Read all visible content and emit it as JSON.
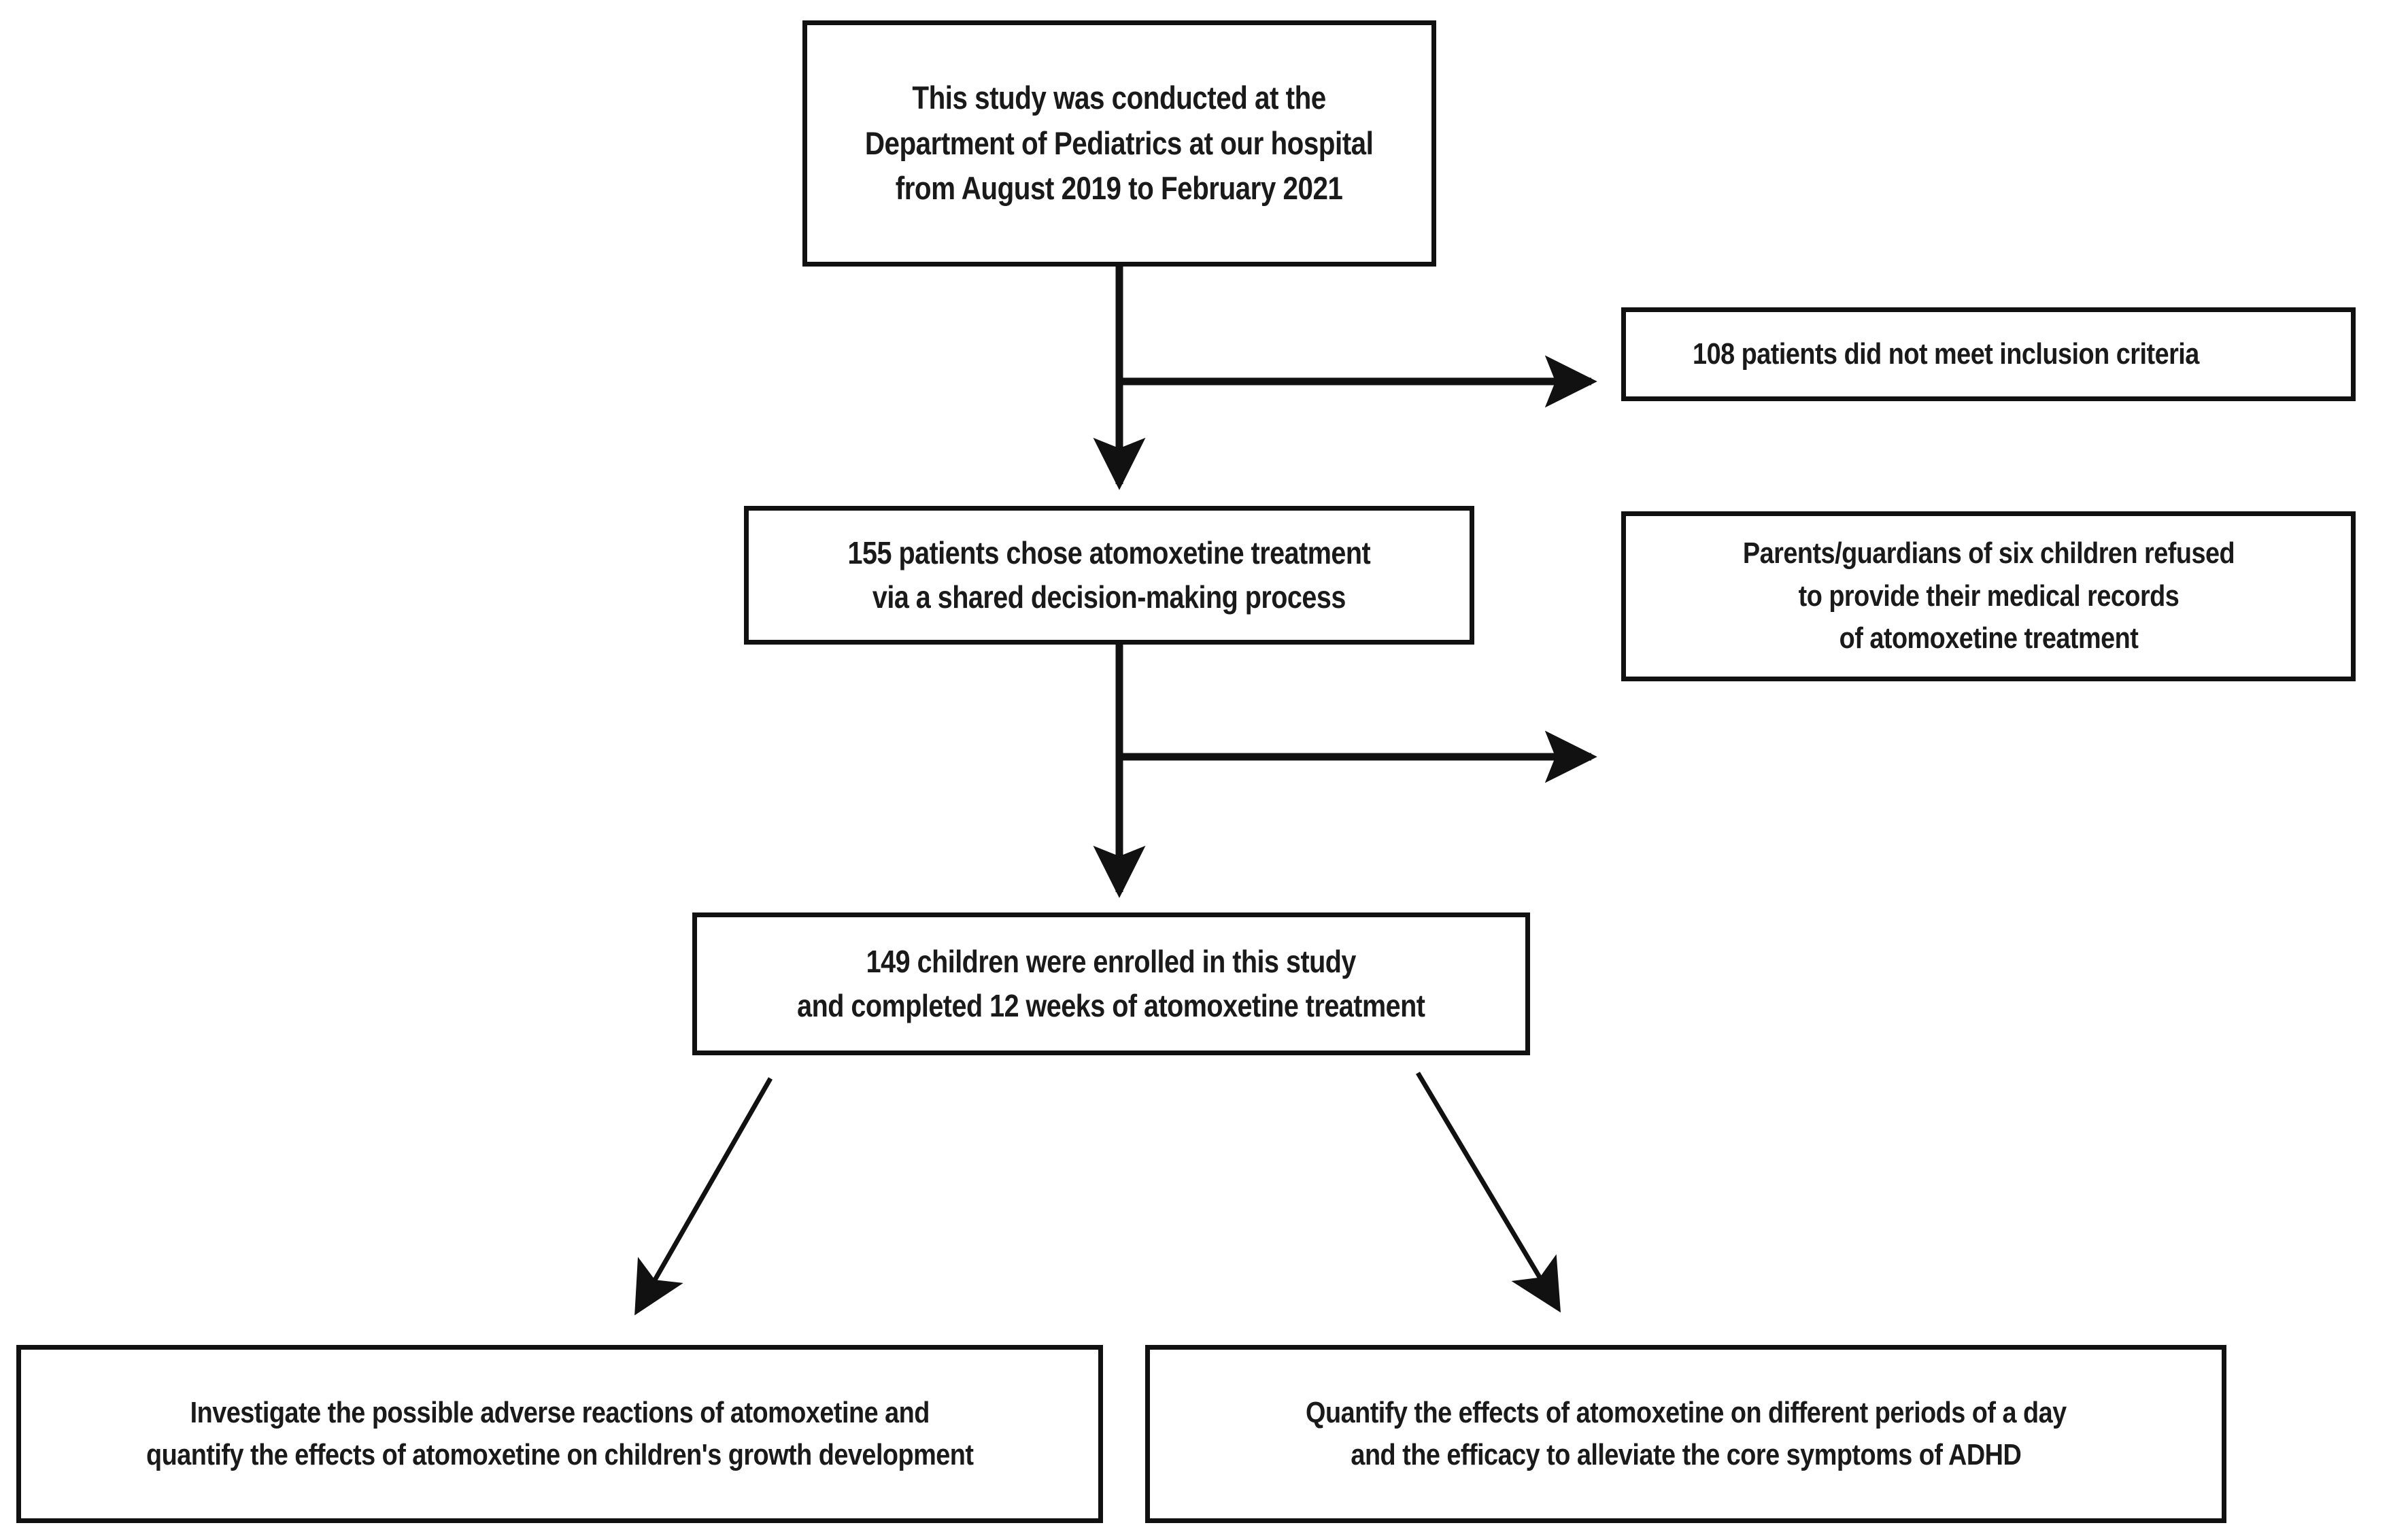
{
  "figure": {
    "type": "flowchart",
    "orientation": "top-to-bottom",
    "background_color": "#ffffff",
    "line_color": "#111111",
    "text_color": "#1a1a1a"
  },
  "nodes": {
    "study_setting": {
      "id": "study-setting",
      "text": "This study was conducted at the\nDepartment of Pediatrics at our hospital\nfrom August 2019 to February 2021",
      "align": "center"
    },
    "excluded_criteria": {
      "id": "excluded-criteria",
      "text": "108 patients did not meet inclusion criteria",
      "align": "left"
    },
    "chose_treatment": {
      "id": "chose-treatment",
      "text": "155 patients chose atomoxetine treatment\nvia a shared decision-making process",
      "align": "center"
    },
    "refused_records": {
      "id": "refused-records",
      "text": "Parents/guardians of six children refused\nto provide their medical records\nof atomoxetine treatment",
      "align": "center"
    },
    "enrolled": {
      "id": "enrolled",
      "text": "149 children were enrolled in this study\nand completed 12 weeks of atomoxetine treatment",
      "align": "center"
    },
    "aim_adverse": {
      "id": "aim-adverse",
      "text": "Investigate the possible adverse reactions of atomoxetine and\nquantify the effects of atomoxetine on children's growth development",
      "align": "center"
    },
    "aim_efficacy": {
      "id": "aim-efficacy",
      "text": "Quantify the effects of atomoxetine on different periods of a day\nand the efficacy to alleviate the core symptoms of ADHD",
      "align": "center"
    }
  },
  "edges": [
    {
      "id": "study-setting-to-chose-treatment",
      "from": "study_setting",
      "to": "chose_treatment",
      "style": "vertical-arrow"
    },
    {
      "id": "study-setting-to-excluded-criteria",
      "from": "study_setting",
      "to": "excluded_criteria",
      "style": "horizontal-branch-arrow"
    },
    {
      "id": "chose-treatment-to-enrolled",
      "from": "chose_treatment",
      "to": "enrolled",
      "style": "vertical-arrow"
    },
    {
      "id": "chose-treatment-to-refused-records",
      "from": "chose_treatment",
      "to": "refused_records",
      "style": "horizontal-branch-arrow"
    },
    {
      "id": "enrolled-to-aim-adverse",
      "from": "enrolled",
      "to": "aim_adverse",
      "style": "diagonal-arrow-left"
    },
    {
      "id": "enrolled-to-aim-efficacy",
      "from": "enrolled",
      "to": "aim_efficacy",
      "style": "diagonal-arrow-right"
    }
  ]
}
